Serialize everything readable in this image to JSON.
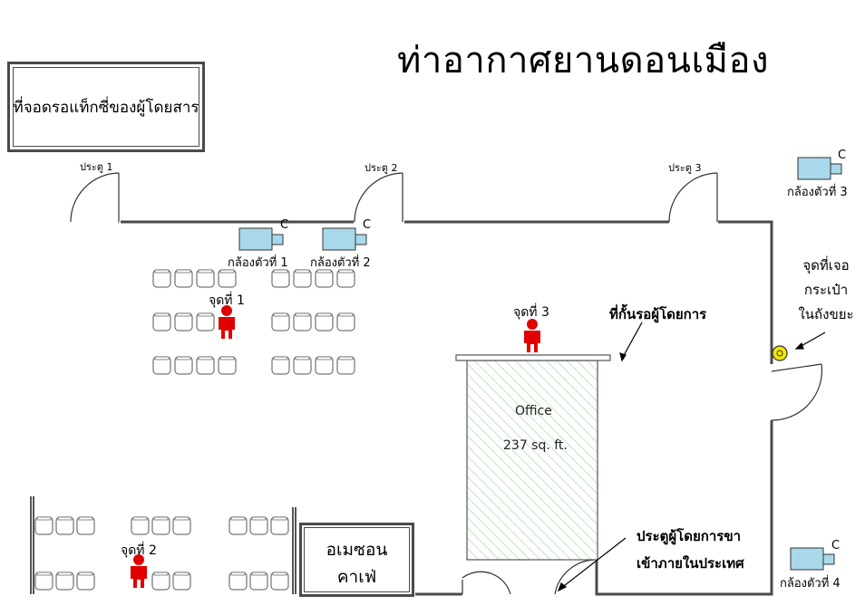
{
  "title": "ท่าอากาศยานดอนเมือง",
  "taxi_area": "ที่จอดรอแท็กซี่ของผู้โดยสาร",
  "doors": [
    "ประตู 1",
    "ประตู 2",
    "ประตู 3"
  ],
  "cameras": {
    "letter": "C",
    "labels": [
      "กล้องตัวที่ 1",
      "กล้องตัวที่ 2",
      "กล้องตัวที่ 3",
      "กล้องตัวที่ 4"
    ]
  },
  "spots": [
    "จุดที่ 1",
    "จุดที่ 2",
    "จุดที่ 3"
  ],
  "waiting_barrier": "ที่กั้นรอผู้โดยการ",
  "office": {
    "name": "Office",
    "area": "237 sq. ft."
  },
  "immigration_door": {
    "line1": "ประตูผู้โดยการขา",
    "line2": "เข้าภายในประเทศ"
  },
  "bomb_spot": {
    "line1": "จุดที่เจอ",
    "line2": "กระเป๋า",
    "line3": "ในถังขยะ"
  },
  "cafe": {
    "line1": "อเมซอน",
    "line2": "คาเฟ่"
  },
  "colors": {
    "person": "#e00000",
    "camera": "#a8d8ea",
    "bag": "#f2e600",
    "wall": "#4a4a4a",
    "hatch": "#9bd49b"
  }
}
